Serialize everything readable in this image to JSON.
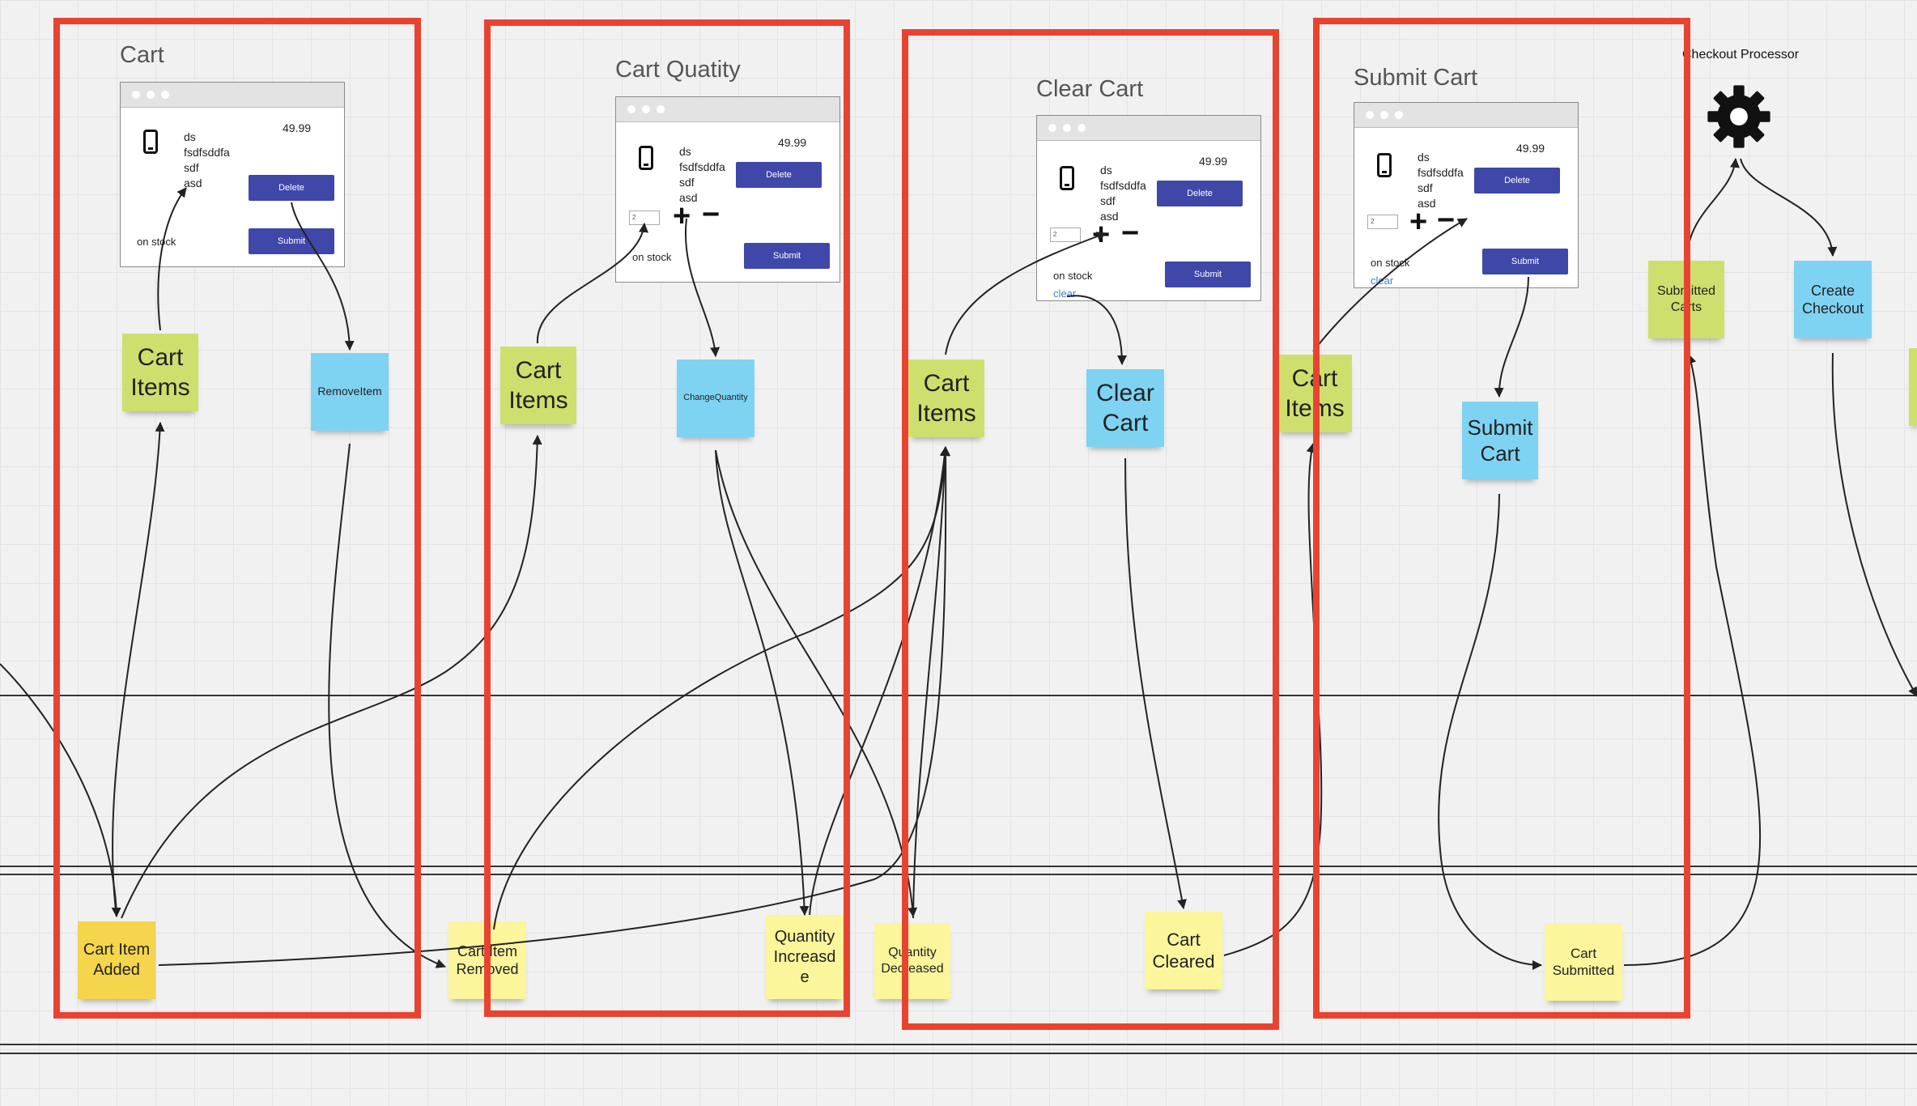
{
  "frames": {
    "cart": {
      "title": "Cart"
    },
    "quantity": {
      "title": "Cart Quatity"
    },
    "clear": {
      "title": "Clear Cart"
    },
    "submit": {
      "title": "Submit Cart"
    }
  },
  "wireframe": {
    "lines": "ds\nfsdfsddfa\nsdf\nasd",
    "price": "49.99",
    "delete_label": "Delete",
    "submit_label": "Submit",
    "stock_label": "on stock",
    "clear_label": "clear",
    "qty_value": "2"
  },
  "processor": {
    "label": "Checkout Processor",
    "icon": "gear-icon"
  },
  "stickies": {
    "cart_items": "Cart Items",
    "cart_items_partial": "Cart Items",
    "remove_item": "RemoveItem",
    "change_quantity": "ChangeQuantity",
    "clear_cart": "Clear Cart",
    "submit_cart": "Submit Cart",
    "submitted_carts": "Submitted Carts",
    "create_checkout": "Create Checkout",
    "cart_item_added": "Cart Item Added",
    "cart_item_removed": "Cart Item Removed",
    "quantity_increased": "Quantity Increasd e",
    "quantity_decreased": "Quantity Decreased",
    "cart_cleared": "Cart Cleared",
    "cart_submitted": "Cart Submitted"
  },
  "colors": {
    "frame_border": "#e84330",
    "read_model": "#cfdf6e",
    "command": "#7fd3f2",
    "event": "#fbf59b",
    "event_highlight": "#f4d54c",
    "button": "#3f47a8"
  }
}
